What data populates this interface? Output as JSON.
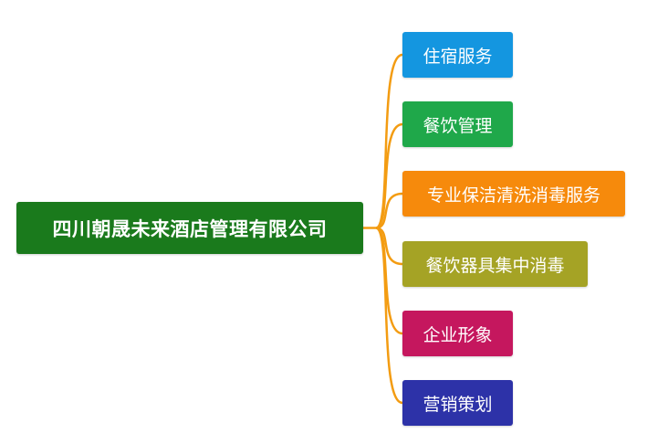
{
  "root": {
    "label": "四川朝晟未来酒店管理有限公司",
    "color": "#1a7a1c"
  },
  "connector_color": "#f39c12",
  "children": [
    {
      "label": "住宿服务",
      "color": "#1496e0"
    },
    {
      "label": "餐饮管理",
      "color": "#1fa84a"
    },
    {
      "label": "专业保洁清洗消毒服务",
      "color": "#f68a0c"
    },
    {
      "label": "餐饮器具集中消毒",
      "color": "#a5a325"
    },
    {
      "label": "企业形象",
      "color": "#c5175e"
    },
    {
      "label": "营销策划",
      "color": "#2d32a8"
    }
  ]
}
